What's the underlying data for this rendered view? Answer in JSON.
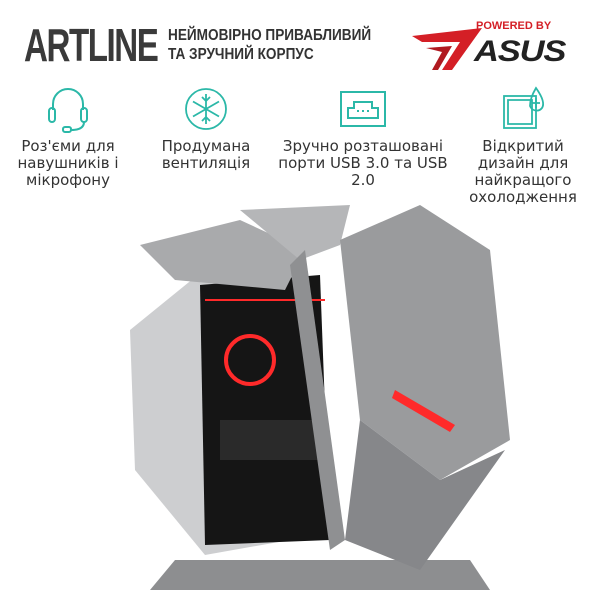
{
  "brand": {
    "logo": "ARTLINE",
    "tagline_line1": "НЕЙМОВІРНО ПРИВАБЛИВИЙ",
    "tagline_line2": "ТА ЗРУЧНИЙ КОРПУС"
  },
  "partner": {
    "powered_by": "POWERED BY",
    "name": "ASUS",
    "accent": "#d41f26"
  },
  "features": [
    {
      "icon": "headset-icon",
      "text": "Роз'єми для навушників і мікрофону"
    },
    {
      "icon": "snowflake-icon",
      "text": "Продумана вентиляція"
    },
    {
      "icon": "usb-port-icon",
      "text": "Зручно розташовані порти USB 3.0 та USB 2.0"
    },
    {
      "icon": "open-case-cooling-icon",
      "text": "Відкритий дизайн для найкращого охолодження"
    }
  ],
  "colors": {
    "icon_teal": "#2bb8a8",
    "text": "#333333",
    "case_gray": "#9a9b9d",
    "led_red": "#ff2a2a"
  }
}
